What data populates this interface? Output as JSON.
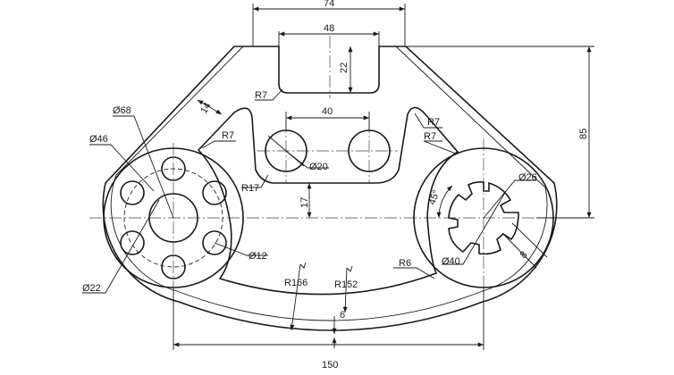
{
  "dimensions": {
    "d74": "74",
    "d48": "48",
    "d22_slot": "22",
    "r7_slot": "R7",
    "d14": "14",
    "d40": "40",
    "r7_right_top": "R7",
    "r7_right_bottom": "R7",
    "dia68": "Ø68",
    "dia46": "Ø46",
    "r7_left": "R7",
    "d85": "85",
    "dia20": "Ø20",
    "r17": "R17",
    "d17": "17",
    "dia26": "Ø26",
    "a45": "45°",
    "dia12": "Ø12",
    "dia40": "Ø40",
    "d8": "8",
    "r6": "R6",
    "dia22": "Ø22",
    "r166": "R166",
    "r152": "R152",
    "d6": "6",
    "d150": "150"
  }
}
